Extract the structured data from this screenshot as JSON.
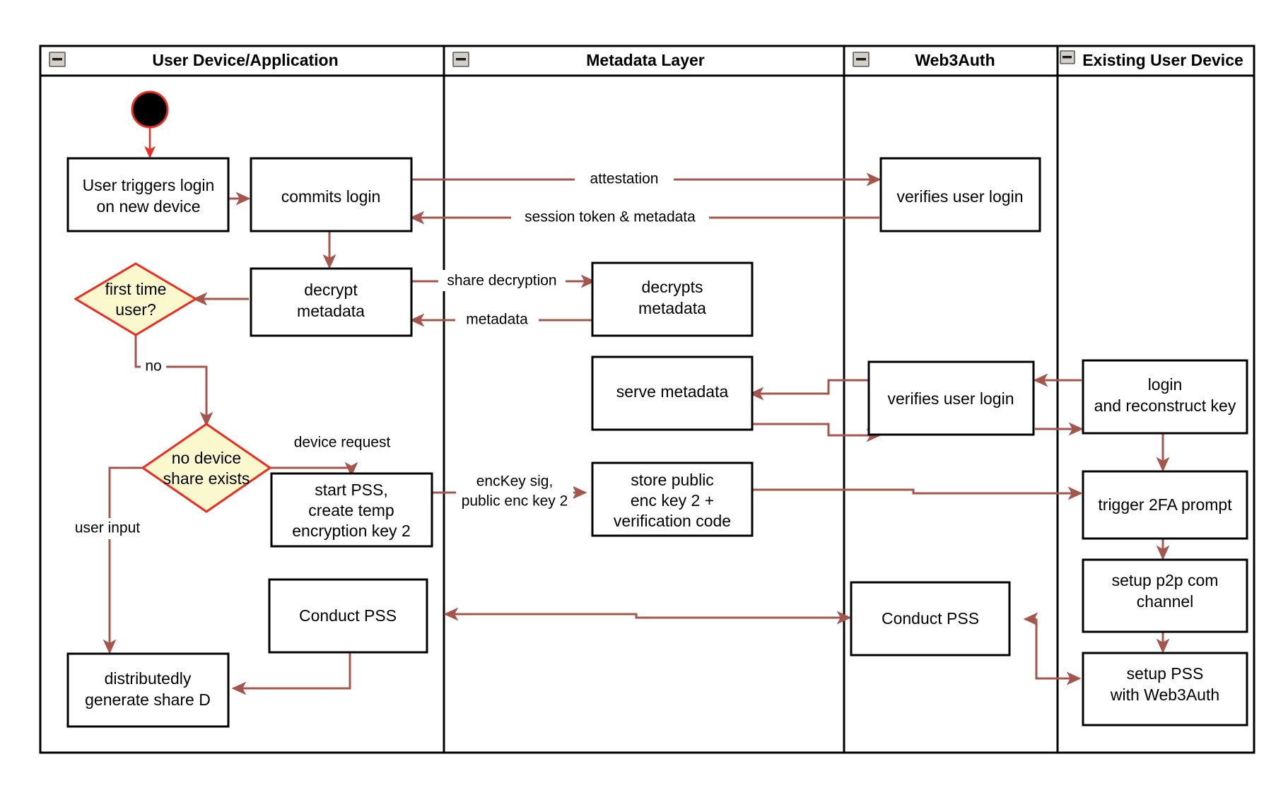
{
  "diagram": {
    "title": "Web3Auth new-device login activity diagram",
    "type": "swimlane-activity-diagram",
    "colors": {
      "lane_border": "#000000",
      "node_border": "#000000",
      "node_fill": "#ffffff",
      "decision_fill": "#fbf8cd",
      "decision_border": "#ee2b20",
      "edge": "#a4554c",
      "start_edge": "#ee2b20",
      "start_fill": "#000000",
      "collapse_icon_fill": "#d4d0c8"
    },
    "lanes": [
      {
        "id": "lane-user-device",
        "label": "User Device/Application",
        "collapse_icon": "minus-box-icon"
      },
      {
        "id": "lane-metadata",
        "label": "Metadata Layer",
        "collapse_icon": "minus-box-icon"
      },
      {
        "id": "lane-web3auth",
        "label": "Web3Auth",
        "collapse_icon": "minus-box-icon"
      },
      {
        "id": "lane-existing-device",
        "label": "Existing User Device",
        "collapse_icon": "minus-box-icon"
      }
    ],
    "nodes": [
      {
        "id": "start",
        "lane": "lane-user-device",
        "shape": "start-circle",
        "label": ""
      },
      {
        "id": "user-triggers-login",
        "lane": "lane-user-device",
        "shape": "rect",
        "label": [
          "User triggers login",
          "on new device"
        ]
      },
      {
        "id": "commits-login",
        "lane": "lane-user-device",
        "shape": "rect",
        "label": [
          "commits login"
        ]
      },
      {
        "id": "decrypt-metadata",
        "lane": "lane-user-device",
        "shape": "rect",
        "label": [
          "decrypt",
          "metadata"
        ]
      },
      {
        "id": "first-time-user",
        "lane": "lane-user-device",
        "shape": "diamond",
        "label": [
          "first time",
          "user?"
        ]
      },
      {
        "id": "no-device-share-exists",
        "lane": "lane-user-device",
        "shape": "diamond",
        "label": [
          "no device",
          "share exists"
        ]
      },
      {
        "id": "start-pss-create-temp-key",
        "lane": "lane-user-device",
        "shape": "rect",
        "label": [
          "start PSS,",
          "create temp",
          "encryption key 2"
        ]
      },
      {
        "id": "conduct-pss-user",
        "lane": "lane-user-device",
        "shape": "rect",
        "label": [
          "Conduct PSS"
        ]
      },
      {
        "id": "distributedly-generate-share-d",
        "lane": "lane-user-device",
        "shape": "rect",
        "label": [
          "distributedly",
          "generate share D"
        ]
      },
      {
        "id": "decrypts-metadata",
        "lane": "lane-metadata",
        "shape": "rect",
        "label": [
          "decrypts",
          "metadata"
        ]
      },
      {
        "id": "serve-metadata",
        "lane": "lane-metadata",
        "shape": "rect",
        "label": [
          "serve metadata"
        ]
      },
      {
        "id": "store-public-enc-key",
        "lane": "lane-metadata",
        "shape": "rect",
        "label": [
          "store public",
          "enc key 2 +",
          "verification code"
        ]
      },
      {
        "id": "verifies-user-login-1",
        "lane": "lane-web3auth",
        "shape": "rect",
        "label": [
          "verifies user login"
        ]
      },
      {
        "id": "verifies-user-login-2",
        "lane": "lane-web3auth",
        "shape": "rect",
        "label": [
          "verifies user login"
        ]
      },
      {
        "id": "conduct-pss-web3auth",
        "lane": "lane-web3auth",
        "shape": "rect",
        "label": [
          "Conduct PSS"
        ]
      },
      {
        "id": "login-and-reconstruct-key",
        "lane": "lane-existing-device",
        "shape": "rect",
        "label": [
          "login",
          "and reconstruct key"
        ]
      },
      {
        "id": "trigger-2fa-prompt",
        "lane": "lane-existing-device",
        "shape": "rect",
        "label": [
          "trigger 2FA prompt"
        ]
      },
      {
        "id": "setup-p2p-com-channel",
        "lane": "lane-existing-device",
        "shape": "rect",
        "label": [
          "setup p2p com",
          "channel"
        ]
      },
      {
        "id": "setup-pss-with-web3auth",
        "lane": "lane-existing-device",
        "shape": "rect",
        "label": [
          "setup PSS",
          "with Web3Auth"
        ]
      }
    ],
    "edge_labels": [
      {
        "id": "label-attestation",
        "text": "attestation",
        "from": "commits-login",
        "to": "verifies-user-login-1"
      },
      {
        "id": "label-session-token-metadata",
        "text": "session token & metadata",
        "from": "verifies-user-login-1",
        "to": "commits-login"
      },
      {
        "id": "label-share-decryption",
        "text": "share decryption",
        "from": "decrypt-metadata",
        "to": "decrypts-metadata"
      },
      {
        "id": "label-metadata",
        "text": "metadata",
        "from": "decrypts-metadata",
        "to": "decrypt-metadata"
      },
      {
        "id": "label-no",
        "text": "no",
        "from": "first-time-user",
        "to": "no-device-share-exists"
      },
      {
        "id": "label-user-input",
        "text": "user input",
        "from": "no-device-share-exists",
        "to": "distributedly-generate-share-d"
      },
      {
        "id": "label-device-request",
        "text": "device request",
        "from": "no-device-share-exists",
        "to": "start-pss-create-temp-key"
      },
      {
        "id": "label-enckey-sig-1",
        "text": "encKey sig,",
        "from": "start-pss-create-temp-key",
        "to": "store-public-enc-key"
      },
      {
        "id": "label-enckey-sig-2",
        "text": "public enc key 2",
        "from": "start-pss-create-temp-key",
        "to": "store-public-enc-key"
      }
    ]
  }
}
